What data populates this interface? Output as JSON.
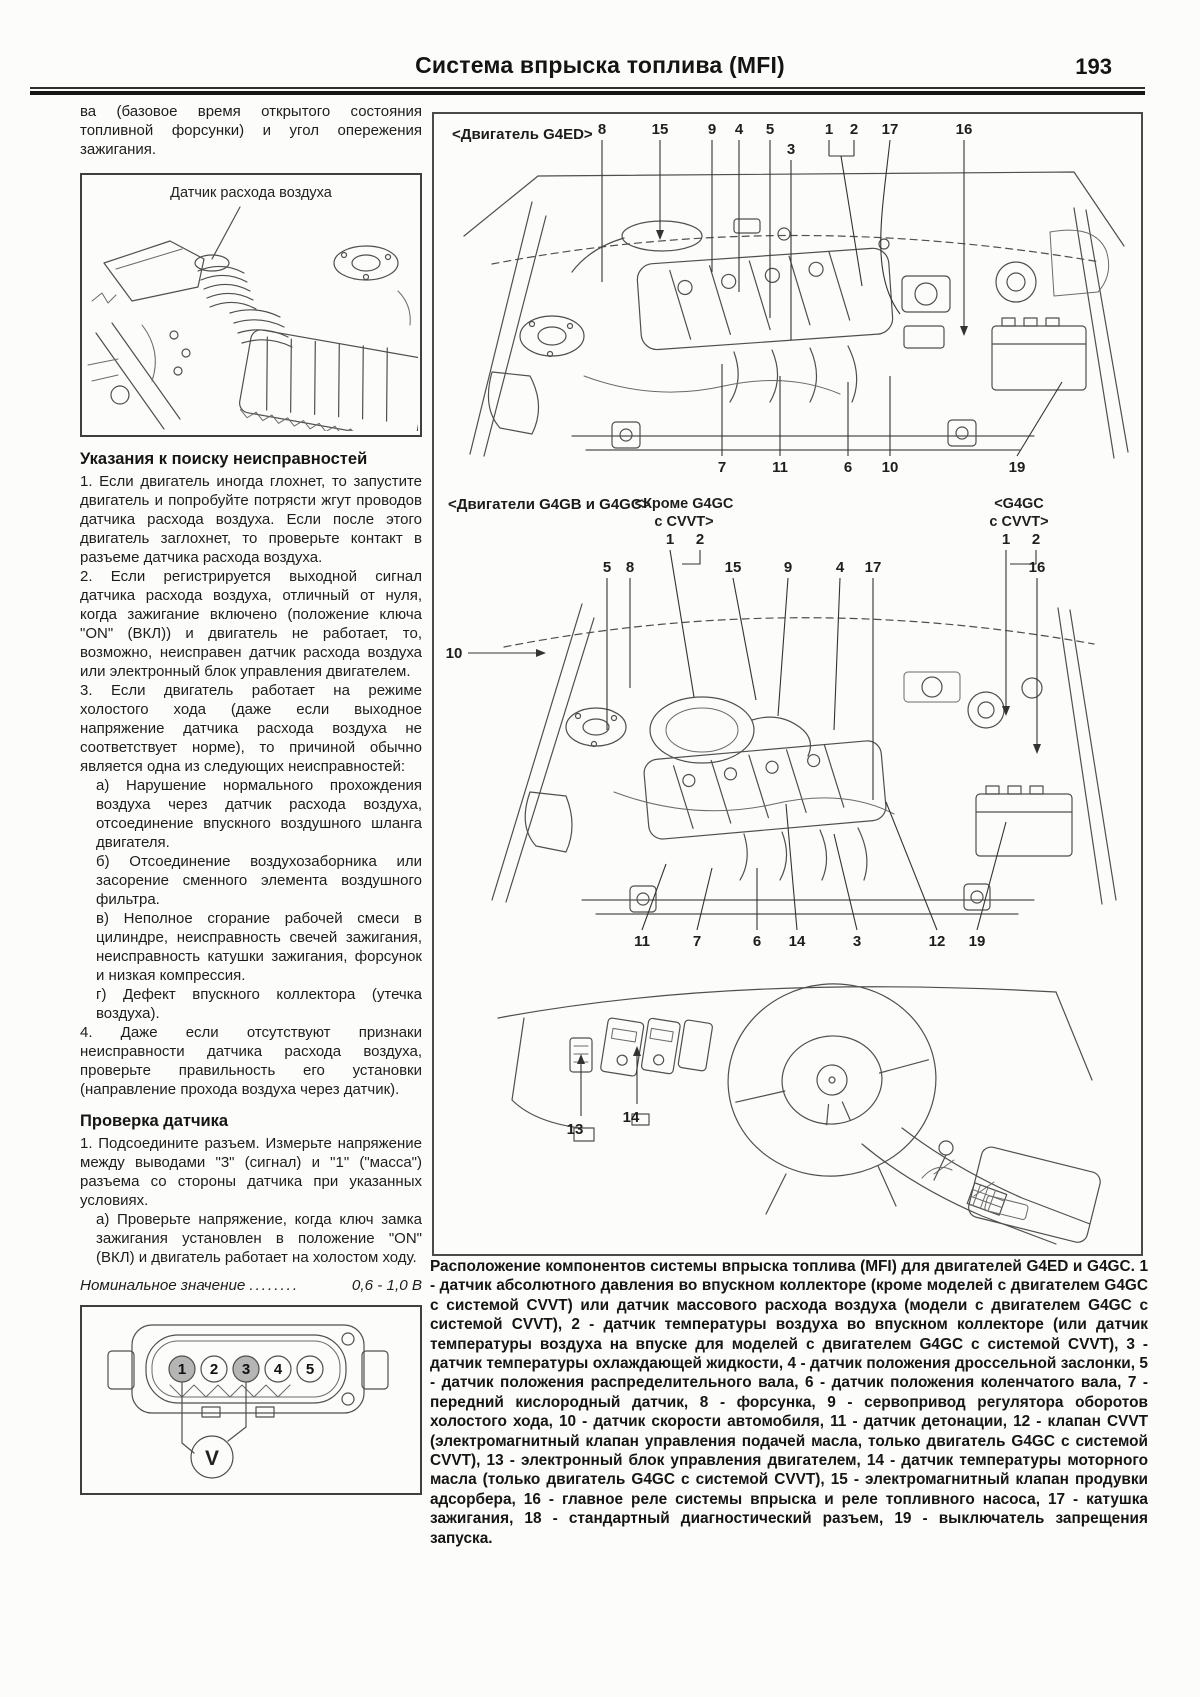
{
  "header": {
    "title": "Система впрыска топлива (MFI)",
    "page_number": "193"
  },
  "left": {
    "intro": "ва (базовое время открытого состояния топливной форсунки) и угол опережения зажигания.",
    "fig1_caption": "Датчик расхода воздуха",
    "s1": {
      "heading": "Указания к поиску неисправностей",
      "p1": "1. Если двигатель иногда глохнет, то запустите двигатель и попробуйте потрясти жгут проводов датчика расхода воздуха. Если после этого двигатель заглохнет, то проверьте контакт в разъеме датчика расхода воздуха.",
      "p2": "2. Если регистрируется выходной сигнал датчика расхода воздуха, отличный от нуля, когда зажигание включено (положение ключа \"ON\" (ВКЛ)) и двигатель не работает, то, возможно, неисправен датчик расхода воздуха или электронный блок управления двигателем.",
      "p3": "3. Если двигатель работает на режиме холостого хода (даже если выходное напряжение датчика расхода воздуха не соответствует норме), то причиной обычно является одна из следующих неисправностей:",
      "sub_a": "а) Нарушение нормального прохождения воздуха через датчик расхода воздуха, отсоединение впускного воздушного шланга двигателя.",
      "sub_b": "б) Отсоединение воздухозаборника или засорение сменного элемента воздушного фильтра.",
      "sub_v": "в) Неполное сгорание рабочей смеси в цилиндре, неисправность свечей зажигания, неисправность катушки зажигания, форсунок и низкая компрессия.",
      "sub_g": "г) Дефект впускного коллектора (утечка воздуха).",
      "p4": "4. Даже если отсутствуют признаки неисправности датчика расхода воздуха, проверьте правильность его установки (направление прохода воздуха через датчик)."
    },
    "s2": {
      "heading": "Проверка датчика",
      "p1": "1. Подсоедините разъем. Измерьте напряжение между выводами \"3\" (сигнал) и \"1\" (\"масса\") разъема со стороны датчика при указанных условиях.",
      "sub_a": "а) Проверьте напряжение, когда ключ замка зажигания установлен в положение \"ON\" (ВКЛ) и двигатель работает на холостом ходу."
    },
    "nominal": {
      "label": "Номинальное значение",
      "dots": "........",
      "value": "0,6 - 1,0 В"
    },
    "fig2": {
      "pins": [
        "1",
        "2",
        "3",
        "4",
        "5"
      ],
      "meter": "V"
    }
  },
  "diagrams": {
    "label_g4ed": "<Двигатель G4ED>",
    "label_g4gb": "<Двигатели G4GB и G4GC>",
    "sub1_l1": "<Кроме G4GC",
    "sub1_l2": "с CVVT>",
    "sub1_pins": [
      "1",
      "2"
    ],
    "sub2_l1": "<G4GC",
    "sub2_l2": "с CVVT>",
    "sub2_pins": [
      "1",
      "2"
    ],
    "g4ed": {
      "top": [
        "8",
        "15",
        "9",
        "4",
        "5",
        "3",
        "1",
        "2",
        "17",
        "16"
      ],
      "bottom": [
        "7",
        "11",
        "6",
        "10",
        "19"
      ]
    },
    "g4gb": {
      "left_callout": "10",
      "top": [
        "5",
        "8",
        "15",
        "9",
        "4",
        "17",
        "16"
      ],
      "bottom": [
        "11",
        "7",
        "6",
        "14",
        "3",
        "12",
        "19"
      ]
    },
    "interior": [
      "13",
      "14"
    ]
  },
  "caption": {
    "text": "Расположение компонентов системы впрыска топлива (MFI) для двигателей G4ED и G4GC. 1 - датчик абсолютного давления во впускном коллекторе (кроме моделей с двигателем G4GC с системой CVVT) или датчик массового расхода воздуха (модели с двигателем G4GC с системой CVVT), 2 - датчик температуры воздуха во впускном коллекторе (или датчик температуры воздуха на впуске для моделей с двигателем G4GC с системой CVVT), 3 - датчик температуры охлаждающей жидкости, 4 - датчик положения дроссельной заслонки, 5 - датчик положения распределительного вала, 6 - датчик положения коленчатого вала, 7 - передний кислородный датчик, 8 - форсунка, 9 - сервопривод регулятора оборотов холостого хода, 10 - датчик скорости автомобиля, 11 - датчик детонации, 12 - клапан CVVT (электромагнитный клапан управления подачей масла, только двигатель G4GC с системой CVVT), 13 - электронный блок управления двигателем, 14 - датчик температуры моторного масла (только двигатель G4GC с системой CVVT), 15 - электромагнитный клапан продувки адсорбера, 16 - главное реле системы впрыска и реле топливного насоса, 17 - катушка зажигания, 18 - стандартный диагностический разъем, 19 - выключатель запрещения запуска."
  }
}
